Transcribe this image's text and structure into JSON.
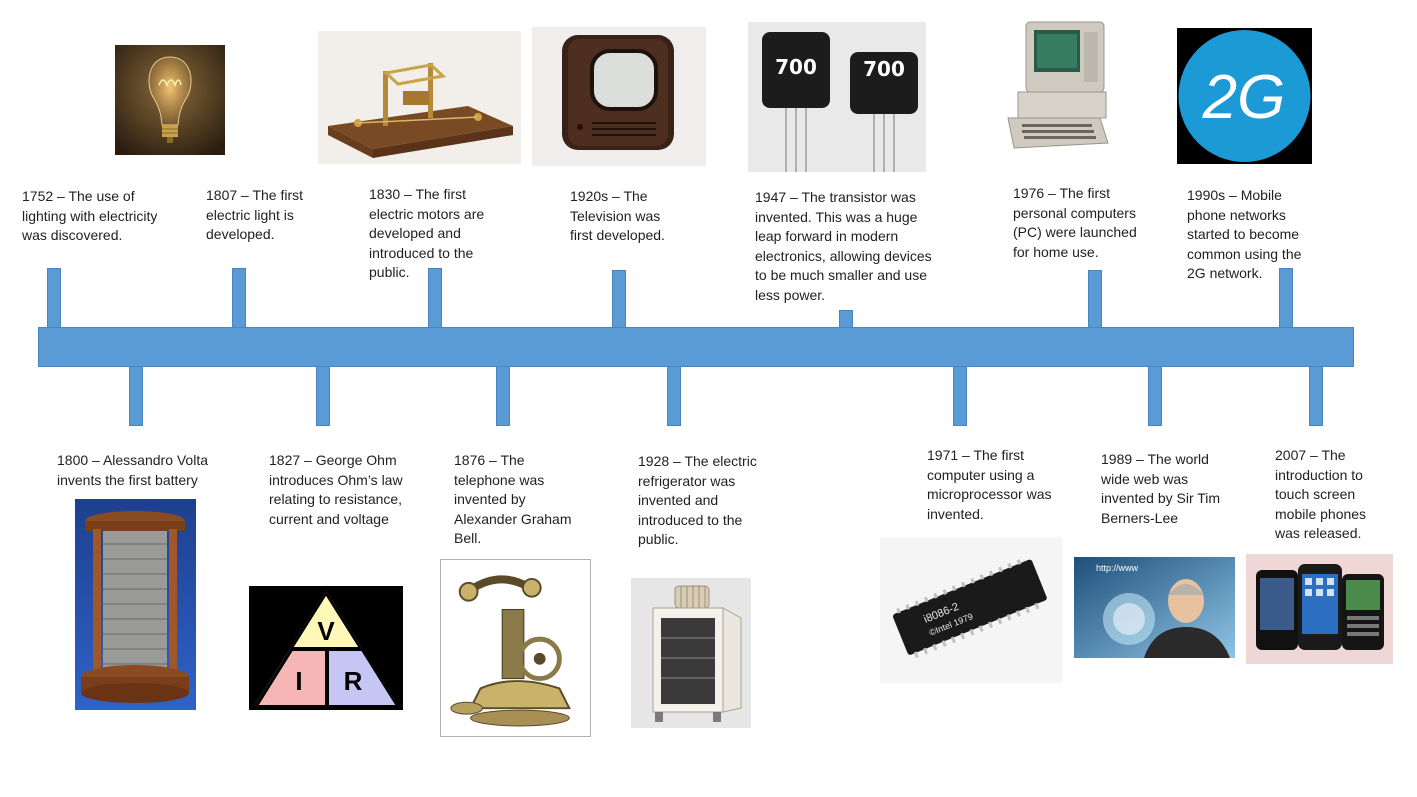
{
  "colors": {
    "accent": "#5b9bd5",
    "text": "#1f1f1f"
  },
  "events_above": [
    {
      "text": "1752 – The use of lighting with electricity was discovered.",
      "image": "light-bulb-image"
    },
    {
      "text": "1807 – The first electric light is developed.",
      "image": "electric-light-apparatus-image"
    },
    {
      "text": "1830 – The first electric motors are developed and introduced to the public.",
      "image": "television-image"
    },
    {
      "text": "1920s – The Television was first developed.",
      "image": ""
    },
    {
      "text": "1947 – The transistor was invented. This was a huge leap forward in modern electronics, allowing devices to be much smaller and use less power.",
      "image": "transistor-image"
    },
    {
      "text": "1976 – The first personal computers (PC) were launched for home use.",
      "image": "personal-computer-image"
    },
    {
      "text": "1990s – Mobile phone networks started to become common using the 2G network.",
      "image": "2g-logo-image"
    }
  ],
  "events_below": [
    {
      "text": "1800 – Alessandro Volta invents the first battery",
      "image": "voltaic-pile-image"
    },
    {
      "text": "1827 – George Ohm introduces Ohm’s law relating to resistance, current and voltage",
      "image": "ohms-law-triangle-image"
    },
    {
      "text": "1876 – The telephone was invented by Alexander Graham Bell.",
      "image": "telephone-image"
    },
    {
      "text": "1928 – The electric refrigerator was invented and introduced to the public.",
      "image": "refrigerator-image"
    },
    {
      "text": "1971 – The first computer using a microprocessor was invented.",
      "image": "microprocessor-image"
    },
    {
      "text": "1989 – The world wide web was invented by Sir Tim Berners-Lee",
      "image": "tim-berners-lee-image"
    },
    {
      "text": "2007 – The introduction to touch screen mobile phones was released.",
      "image": "smartphones-image"
    }
  ],
  "image_labels": {
    "transistor_code": "700",
    "twog": "2G",
    "ohm_v": "V",
    "ohm_i": "I",
    "ohm_r": "R",
    "chip_code": "i8086-2",
    "chip_year": "©Intel 1979",
    "www_label": "http://www"
  }
}
